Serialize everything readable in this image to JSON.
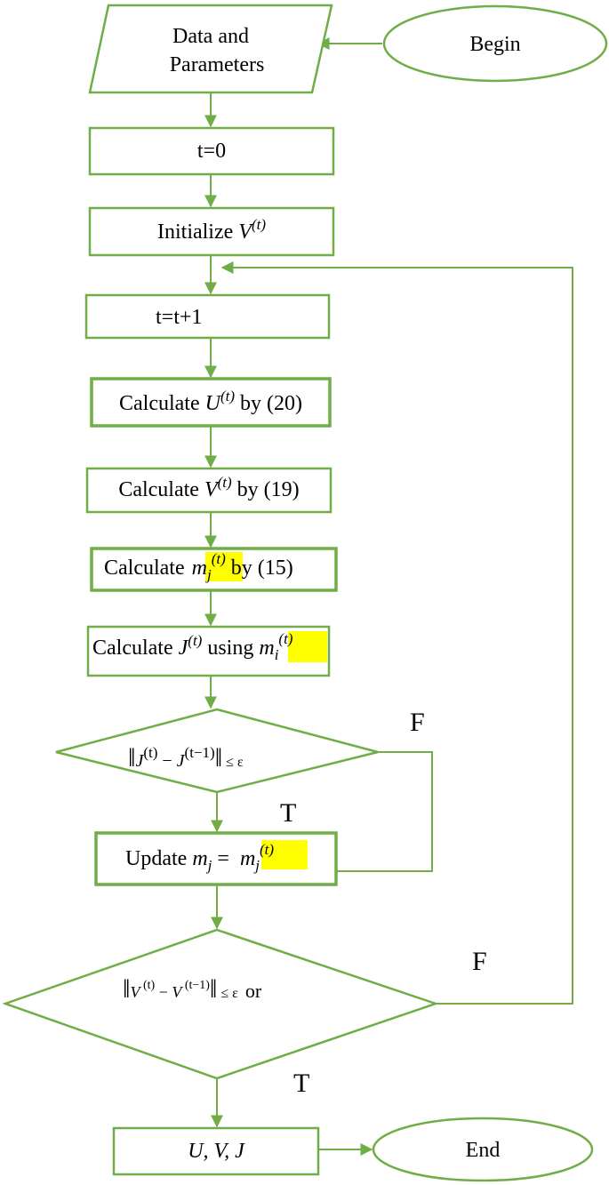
{
  "colors": {
    "stroke": "#70AD47",
    "highlight": "#FFFF00",
    "text": "#000000",
    "background": "#FFFFFF"
  },
  "nodes": {
    "begin": "Begin",
    "data_line1": "Data and",
    "data_line2": "Parameters",
    "t0": "t=0",
    "init_text": "Initialize ",
    "init_var": "V",
    "init_sup": "(t)",
    "tinc": "t=t+1",
    "calc_u": {
      "pre": "Calculate ",
      "var": "U",
      "sup": "(t)",
      "post": " by (20)"
    },
    "calc_v": {
      "pre": "Calculate ",
      "var": "V",
      "sup": "(t)",
      "post": " by (19)"
    },
    "calc_m": {
      "pre": "Calculate ",
      "var": "m",
      "sub": "j",
      "sup": "(t)",
      "post": " by (15)"
    },
    "calc_j": {
      "pre": "Calculate ",
      "var": "J",
      "sup": "(t)",
      "mid": " using ",
      "var2": "m",
      "sub2": "i",
      "sup2": "(t)"
    },
    "cond1": {
      "norm_open": "‖",
      "a": "J",
      "a_sup": "(t)",
      "minus": " − ",
      "b": "J",
      "b_sup": "(t−1)",
      "norm_close": "‖",
      "le": "≤ ε"
    },
    "update": {
      "pre": "Update  ",
      "var": "m",
      "sub": "j",
      "eq": " = ",
      "var2": "m",
      "sub2": "j",
      "sup2": "(t)"
    },
    "cond2": {
      "norm_open": "‖",
      "a": "V",
      "a_sup": " (t)",
      "minus": " − ",
      "b": "V",
      "b_sup": " (t−1)",
      "norm_close": "‖",
      "le": "≤ ε",
      "or": "or"
    },
    "output": "U, V, J",
    "end": "End"
  },
  "labels": {
    "f1": "F",
    "t1": "T",
    "f2": "F",
    "t2": "T"
  }
}
